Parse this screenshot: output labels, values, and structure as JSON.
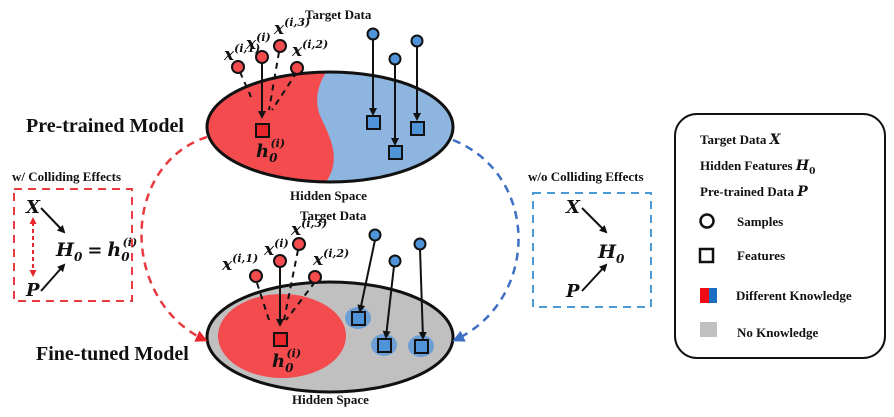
{
  "colors": {
    "red": "#f44b4f",
    "red_dark": "#e8262c",
    "blue_light": "#8db5df",
    "blue": "#4f94d9",
    "blue_dark": "#1a6fc2",
    "gray": "#c0c0c0",
    "dashed_red": "#e83a3f",
    "dashed_blue_arc": "#3d6fc4",
    "dashed_blue_box": "#4a9ad6"
  },
  "top_ellipse": {
    "model_label": "Pre-trained Model",
    "space_label": "Hidden Space",
    "target_label": "Target Data",
    "feature_label_main": "h",
    "feature_label_sub": "0",
    "feature_label_sup": "(i)",
    "samples": [
      {
        "base": "x",
        "sup": "(i,1)"
      },
      {
        "base": "x",
        "sup": "(i)"
      },
      {
        "base": "x",
        "sup": "(i,3)"
      },
      {
        "base": "x",
        "sup": "(i,2)"
      }
    ]
  },
  "bottom_ellipse": {
    "model_label": "Fine-tuned Model",
    "space_label": "Hidden Space",
    "target_label": "Target Data",
    "feature_label_main": "h",
    "feature_label_sub": "0",
    "feature_label_sup": "(i)",
    "samples": [
      {
        "base": "x",
        "sup": "(i,1)"
      },
      {
        "base": "x",
        "sup": "(i)"
      },
      {
        "base": "x",
        "sup": "(i,3)"
      },
      {
        "base": "x",
        "sup": "(i,2)"
      }
    ]
  },
  "left_box": {
    "title": "w/ Colliding Effects",
    "x": "X",
    "p": "P",
    "h": "H",
    "h_sub": "0",
    "eq": "=",
    "h0": "h",
    "h0_sub": "0",
    "h0_sup": "(i)"
  },
  "right_box": {
    "title": "w/o Colliding Effects",
    "x": "X",
    "p": "P",
    "h": "H",
    "h_sub": "0"
  },
  "legend": {
    "items": [
      {
        "text": "Target Data ",
        "sym": "X",
        "sub": ""
      },
      {
        "text": "Hidden Features ",
        "sym": "H",
        "sub": "0"
      },
      {
        "text": "Pre-trained Data ",
        "sym": "P",
        "sub": ""
      }
    ],
    "samples_label": "Samples",
    "features_label": "Features",
    "different_knowledge_label": "Different Knowledge",
    "no_knowledge_label": "No Knowledge"
  }
}
